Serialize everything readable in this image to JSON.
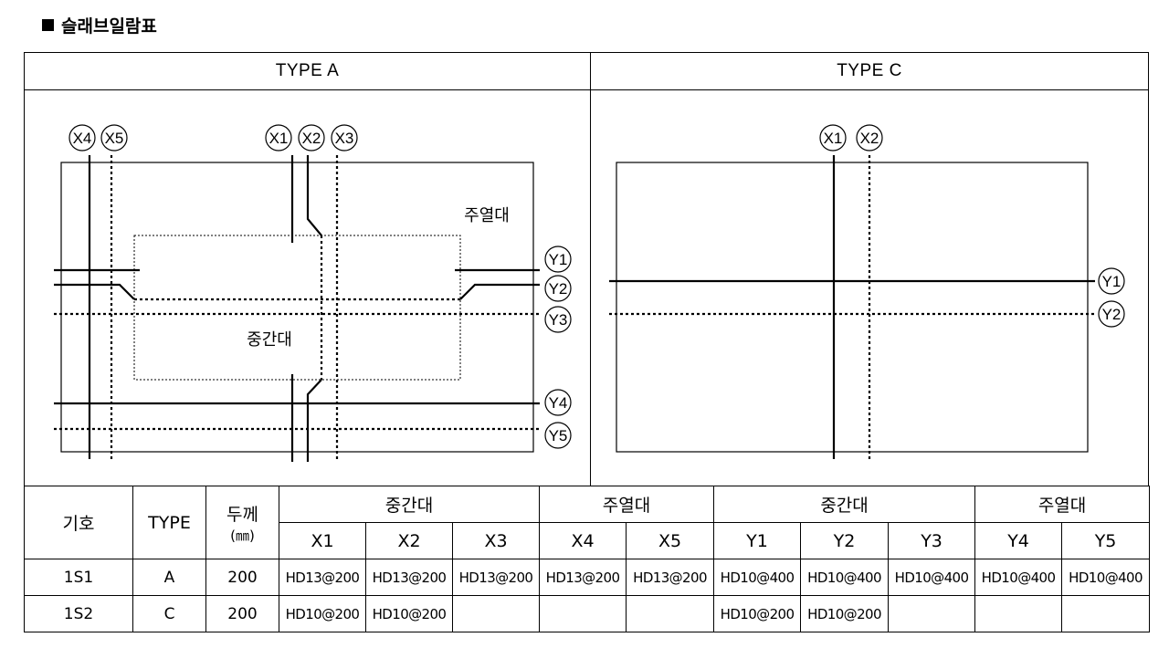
{
  "title": "슬래브일람표",
  "type_a": {
    "header": "TYPE A",
    "x_markers": [
      "X4",
      "X5",
      "X1",
      "X2",
      "X3"
    ],
    "y_markers": [
      "Y1",
      "Y2",
      "Y3",
      "Y4",
      "Y5"
    ],
    "label_column_strip": "주열대",
    "label_middle_strip": "중간대"
  },
  "type_c": {
    "header": "TYPE C",
    "x_markers": [
      "X1",
      "X2"
    ],
    "y_markers": [
      "Y1",
      "Y2"
    ]
  },
  "schedule": {
    "col_symbol": "기호",
    "col_type": "TYPE",
    "col_thickness": "두께",
    "col_thickness_unit": "(㎜)",
    "group_x_middle": "중간대",
    "group_x_column": "주열대",
    "group_y_middle": "중간대",
    "group_y_column": "주열대",
    "sub_headers": [
      "X1",
      "X2",
      "X3",
      "X4",
      "X5",
      "Y1",
      "Y2",
      "Y3",
      "Y4",
      "Y5"
    ],
    "rows": [
      {
        "symbol": "1S1",
        "type": "A",
        "thickness": "200",
        "cells": [
          "HD13@200",
          "HD13@200",
          "HD13@200",
          "HD13@200",
          "HD13@200",
          "HD10@400",
          "HD10@400",
          "HD10@400",
          "HD10@400",
          "HD10@400"
        ]
      },
      {
        "symbol": "1S2",
        "type": "C",
        "thickness": "200",
        "cells": [
          "HD10@200",
          "HD10@200",
          "",
          "",
          "",
          "HD10@200",
          "HD10@200",
          "",
          "",
          ""
        ]
      }
    ]
  }
}
